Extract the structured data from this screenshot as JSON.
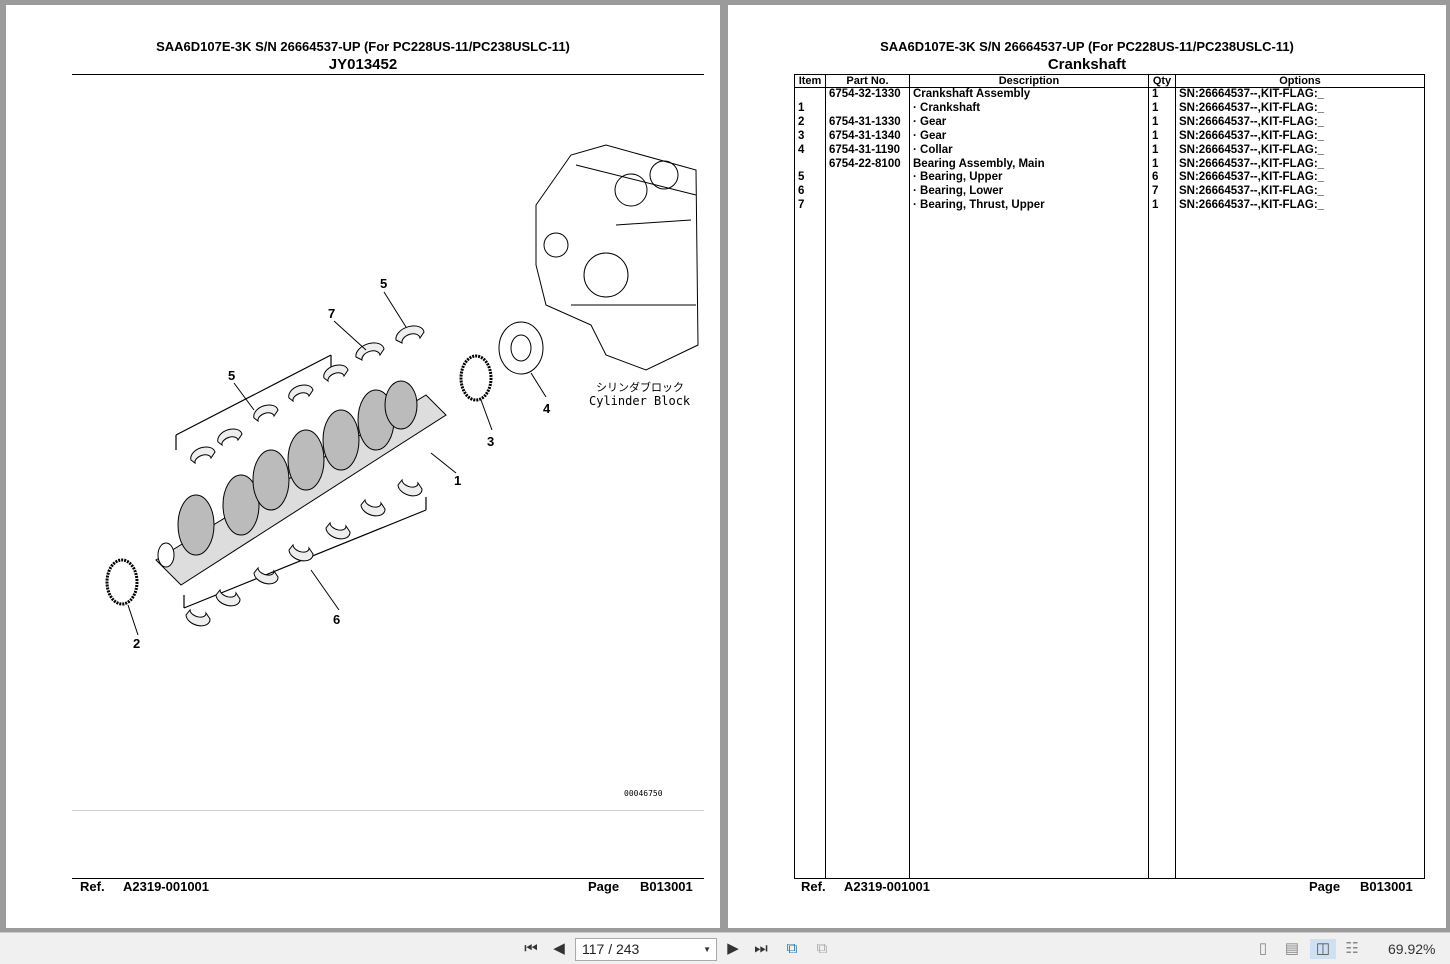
{
  "left_page": {
    "title": "SAA6D107E-3K S/N 26664537-UP (For PC228US-11/PC238USLC-11)",
    "subtitle": "JY013452",
    "diagram": {
      "callouts": [
        "5",
        "7",
        "5",
        "4",
        "3",
        "1",
        "2",
        "6"
      ],
      "block_label_jp": "シリンダブロック",
      "block_label_en": "Cylinder Block",
      "figure_id": "00046750"
    },
    "ref_label": "Ref.",
    "ref_value": "A2319-001001",
    "page_label": "Page",
    "page_value": "B013001"
  },
  "right_page": {
    "title": "SAA6D107E-3K S/N 26664537-UP (For PC228US-11/PC238USLC-11)",
    "subtitle": "Crankshaft",
    "columns": [
      "Item",
      "Part No.",
      "Description",
      "Qty",
      "Options"
    ],
    "rows": [
      {
        "item": "",
        "part": "6754-32-1330",
        "desc": "Crankshaft Assembly",
        "qty": "1",
        "opt": "SN:26664537--,KIT-FLAG:_"
      },
      {
        "item": "1",
        "part": "",
        "desc": "· Crankshaft",
        "qty": "1",
        "opt": "SN:26664537--,KIT-FLAG:_"
      },
      {
        "item": "2",
        "part": "6754-31-1330",
        "desc": "· Gear",
        "qty": "1",
        "opt": "SN:26664537--,KIT-FLAG:_"
      },
      {
        "item": "3",
        "part": "6754-31-1340",
        "desc": "· Gear",
        "qty": "1",
        "opt": "SN:26664537--,KIT-FLAG:_"
      },
      {
        "item": "4",
        "part": "6754-31-1190",
        "desc": "· Collar",
        "qty": "1",
        "opt": "SN:26664537--,KIT-FLAG:_"
      },
      {
        "item": "",
        "part": "6754-22-8100",
        "desc": "Bearing Assembly, Main",
        "qty": "1",
        "opt": "SN:26664537--,KIT-FLAG:_"
      },
      {
        "item": "5",
        "part": "",
        "desc": "· Bearing, Upper",
        "qty": "6",
        "opt": "SN:26664537--,KIT-FLAG:_"
      },
      {
        "item": "6",
        "part": "",
        "desc": "· Bearing, Lower",
        "qty": "7",
        "opt": "SN:26664537--,KIT-FLAG:_"
      },
      {
        "item": "7",
        "part": "",
        "desc": "· Bearing, Thrust, Upper",
        "qty": "1",
        "opt": "SN:26664537--,KIT-FLAG:_"
      }
    ],
    "ref_label": "Ref.",
    "ref_value": "A2319-001001",
    "page_label": "Page",
    "page_value": "B013001"
  },
  "toolbar": {
    "page_field": "117 / 243",
    "zoom": "69.92%",
    "active_view": "two-page"
  }
}
